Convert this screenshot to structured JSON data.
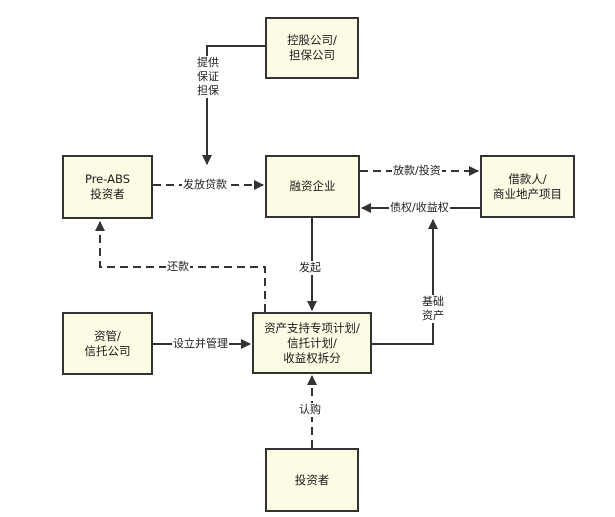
{
  "nodes": {
    "holding": "控股公司/\n担保公司",
    "preabs": "Pre-ABS\n投资者",
    "financing": "融资企业",
    "borrower": "借款人/\n商业地产项目",
    "manager": "资管/\n信托公司",
    "plan": "资产支持专项计划/\n信托计划/\n收益权拆分",
    "investor": "投资者"
  },
  "edges": {
    "guarantee": "提供\n保证\n担保",
    "loan": "发放贷款",
    "lend": "放款/投资",
    "claims": "债权/收益权",
    "repay": "还款",
    "initiate": "发起",
    "establish": "设立并管理",
    "underlying": "基础\n资产",
    "subscribe": "认购"
  }
}
